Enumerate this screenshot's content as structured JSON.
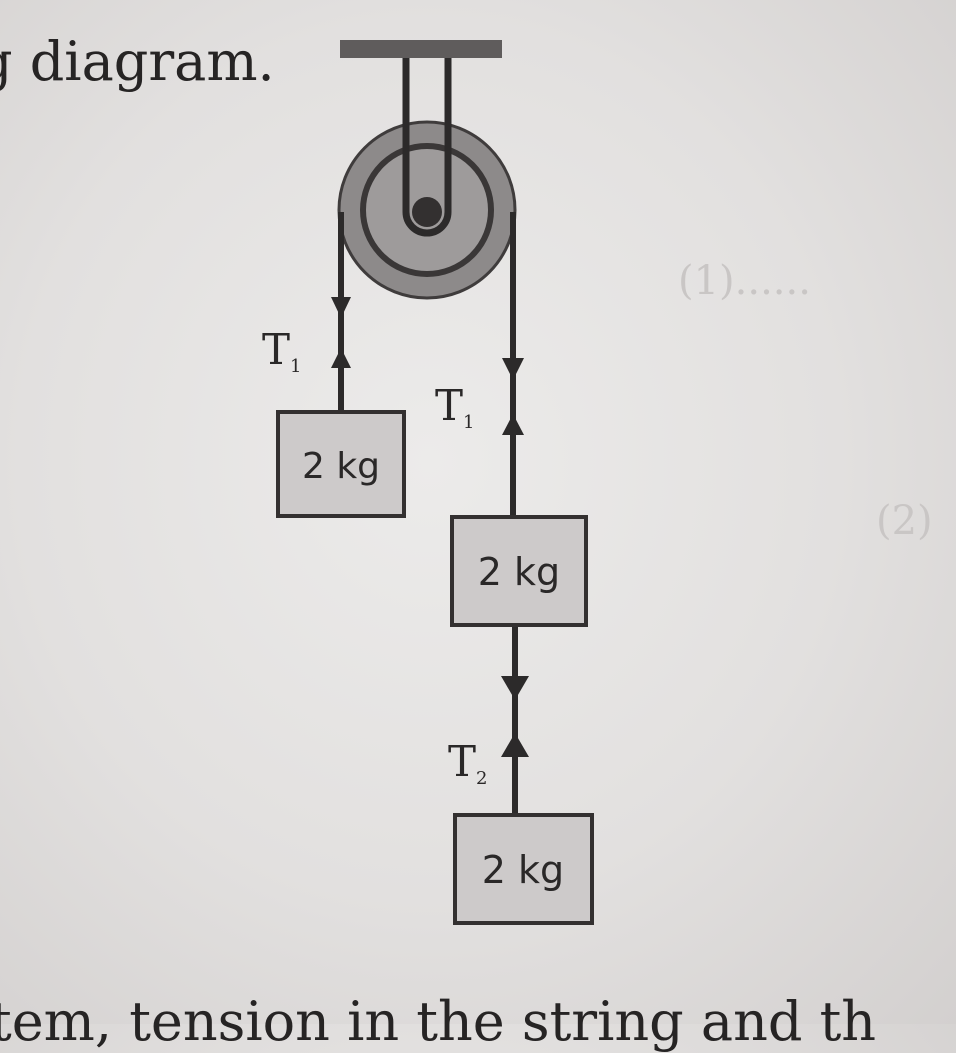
{
  "text": {
    "top": "g diagram.",
    "bottom": "tem, tension in the string and th",
    "faint_1": "(1)......",
    "faint_2": "(2)"
  },
  "diagram": {
    "tension_left": {
      "symbol": "T",
      "subscript": "1"
    },
    "tension_right": {
      "symbol": "T",
      "subscript": "1"
    },
    "tension_lower": {
      "symbol": "T",
      "subscript": "2"
    },
    "mass_left": "2 kg",
    "mass_middle": "2 kg",
    "mass_bottom": "2 kg"
  }
}
